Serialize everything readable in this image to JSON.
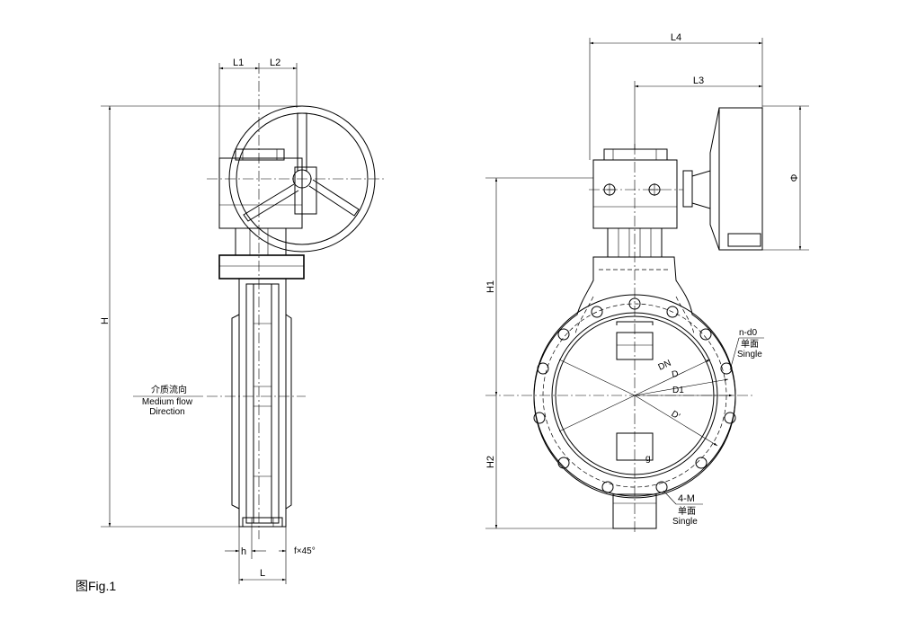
{
  "figure": {
    "caption": "图Fig.1"
  },
  "side_view": {
    "dim_L1": "L1",
    "dim_L2": "L2",
    "dim_H": "H",
    "dim_h": "h",
    "dim_chamfer": "f×45°",
    "dim_L": "L",
    "flow_label_cn": "介质流向",
    "flow_label_en_1": "Medium flow",
    "flow_label_en_2": "Direction"
  },
  "front_view": {
    "dim_L4": "L4",
    "dim_L3": "L3",
    "dim_phi": "Φ",
    "dim_H1": "H1",
    "dim_H2": "H2",
    "dim_DN": "DN",
    "dim_D": "D",
    "dim_D1": "D1",
    "dim_D2": "D'",
    "dim_g": "g",
    "hole_label": "n-d0",
    "hole_label_cn": "单面",
    "hole_label_en": "Single",
    "tap_label": "4-M",
    "tap_label_cn": "单面",
    "tap_label_en": "Single"
  }
}
